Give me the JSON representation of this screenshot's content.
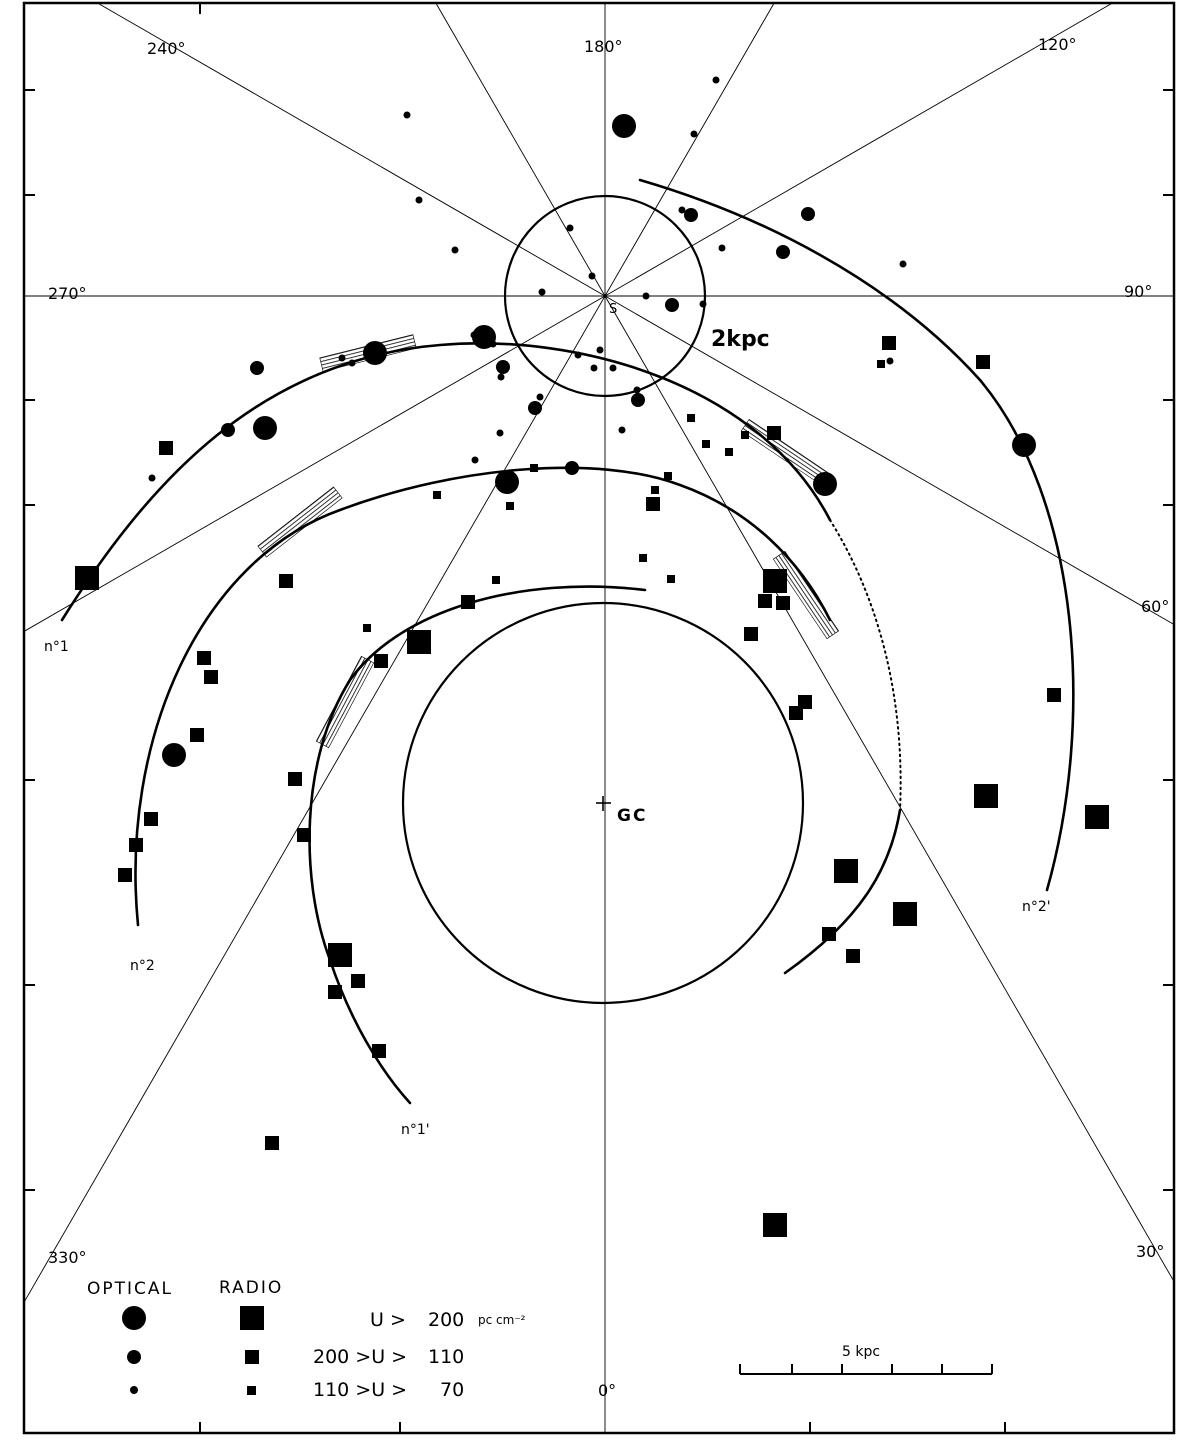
{
  "frame_ticks": {
    "left_y": [
      90,
      195,
      400,
      505,
      780,
      985,
      1190
    ],
    "right_y": [
      90,
      195,
      400,
      505,
      780,
      985,
      1190
    ],
    "top_x": [
      200
    ],
    "bottom_x": [
      200,
      400,
      810,
      1005
    ]
  },
  "longitude_labels": [
    {
      "text": "240°",
      "deg": 240
    },
    {
      "text": "180°",
      "deg": 180
    },
    {
      "text": "120°",
      "deg": 120
    },
    {
      "text": "270°",
      "deg": 270
    },
    {
      "text": "90°",
      "deg": 90
    },
    {
      "text": "60°",
      "deg": 60
    },
    {
      "text": "330°",
      "deg": 330
    },
    {
      "text": "30°",
      "deg": 30
    },
    {
      "text": "0°",
      "deg": 0
    }
  ],
  "sun_label": "S",
  "sun_circle_label": "2kpc",
  "gc_label": "GC",
  "arm_labels": {
    "arm1": "n°1",
    "arm2": "n°2",
    "arm1p": "n°1'",
    "arm2p": "n°2'"
  },
  "legend": {
    "optical_header": "OPTICAL",
    "radio_header": "RADIO",
    "rows": [
      {
        "lhs": "U >",
        "rhs": "200",
        "unit": "pc cm⁻²"
      },
      {
        "lhs": "200 >U >",
        "rhs": "110",
        "unit": ""
      },
      {
        "lhs": "110 >U >",
        "rhs": "70",
        "unit": ""
      }
    ]
  },
  "scale_bar": {
    "label": "5 kpc",
    "length_kpc": 5
  },
  "sources": {
    "optical": [
      [
        624,
        126,
        3
      ],
      [
        474,
        335,
        1
      ],
      [
        375,
        353,
        3
      ],
      [
        484,
        337,
        3
      ],
      [
        257,
        368,
        2
      ],
      [
        228,
        430,
        2
      ],
      [
        265,
        428,
        3
      ],
      [
        152,
        478,
        1
      ],
      [
        174,
        755,
        3
      ],
      [
        672,
        305,
        2
      ],
      [
        691,
        215,
        2
      ],
      [
        682,
        210,
        1
      ],
      [
        808,
        214,
        2
      ],
      [
        783,
        252,
        2
      ],
      [
        1024,
        445,
        3
      ],
      [
        825,
        484,
        3
      ],
      [
        638,
        400,
        2
      ],
      [
        637,
        390,
        1
      ],
      [
        535,
        408,
        2
      ],
      [
        503,
        367,
        2
      ],
      [
        501,
        377,
        1
      ],
      [
        507,
        482,
        3
      ],
      [
        572,
        468,
        2
      ],
      [
        540,
        397,
        1
      ],
      [
        407,
        115,
        1
      ],
      [
        419,
        200,
        1
      ],
      [
        455,
        250,
        1
      ],
      [
        570,
        228,
        1
      ],
      [
        592,
        276,
        1
      ],
      [
        542,
        292,
        1
      ],
      [
        646,
        296,
        1
      ],
      [
        703,
        304,
        1
      ],
      [
        722,
        248,
        1
      ],
      [
        903,
        264,
        1
      ],
      [
        716,
        80,
        1
      ],
      [
        694,
        134,
        1
      ],
      [
        890,
        361,
        1
      ],
      [
        578,
        355,
        1
      ],
      [
        600,
        350,
        1
      ],
      [
        594,
        368,
        1
      ],
      [
        613,
        368,
        1
      ],
      [
        500,
        433,
        1
      ],
      [
        475,
        460,
        1
      ],
      [
        622,
        430,
        1
      ],
      [
        493,
        344,
        1
      ],
      [
        342,
        358,
        1
      ],
      [
        352,
        363,
        1
      ]
    ],
    "radio": [
      [
        87,
        578,
        3
      ],
      [
        166,
        448,
        2
      ],
      [
        286,
        581,
        2
      ],
      [
        204,
        658,
        2
      ],
      [
        211,
        677,
        2
      ],
      [
        197,
        735,
        2
      ],
      [
        151,
        819,
        2
      ],
      [
        136,
        845,
        2
      ],
      [
        125,
        875,
        2
      ],
      [
        295,
        779,
        2
      ],
      [
        304,
        835,
        2
      ],
      [
        381,
        661,
        2
      ],
      [
        419,
        642,
        3
      ],
      [
        468,
        602,
        2
      ],
      [
        367,
        628,
        1
      ],
      [
        340,
        955,
        3
      ],
      [
        358,
        981,
        2
      ],
      [
        335,
        992,
        2
      ],
      [
        379,
        1051,
        2
      ],
      [
        272,
        1143,
        2
      ],
      [
        437,
        495,
        1
      ],
      [
        510,
        506,
        1
      ],
      [
        534,
        468,
        1
      ],
      [
        496,
        580,
        1
      ],
      [
        774,
        433,
        2
      ],
      [
        745,
        435,
        1
      ],
      [
        691,
        418,
        1
      ],
      [
        706,
        444,
        1
      ],
      [
        729,
        452,
        1
      ],
      [
        653,
        504,
        2
      ],
      [
        655,
        490,
        1
      ],
      [
        668,
        476,
        1
      ],
      [
        643,
        558,
        1
      ],
      [
        671,
        579,
        1
      ],
      [
        775,
        581,
        3
      ],
      [
        765,
        601,
        2
      ],
      [
        783,
        603,
        2
      ],
      [
        751,
        634,
        2
      ],
      [
        805,
        702,
        2
      ],
      [
        796,
        713,
        2
      ],
      [
        889,
        343,
        2
      ],
      [
        881,
        364,
        1
      ],
      [
        983,
        362,
        2
      ],
      [
        1054,
        695,
        2
      ],
      [
        986,
        796,
        3
      ],
      [
        1097,
        817,
        3
      ],
      [
        846,
        871,
        3
      ],
      [
        905,
        914,
        3
      ],
      [
        829,
        934,
        2
      ],
      [
        853,
        956,
        2
      ],
      [
        775,
        1225,
        3
      ]
    ]
  }
}
